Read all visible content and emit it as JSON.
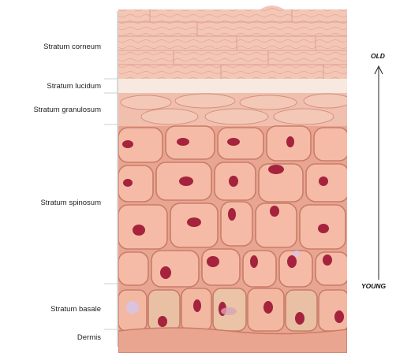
{
  "layers": [
    {
      "key": "corneum",
      "label": "Stratum corneum"
    },
    {
      "key": "lucidum",
      "label": "Stratum lucidum"
    },
    {
      "key": "granulosum",
      "label": "Stratum granulosum"
    },
    {
      "key": "spinosum",
      "label": "Stratum spinosum"
    },
    {
      "key": "basale",
      "label": "Stratum basale"
    },
    {
      "key": "dermis",
      "label": "Dermis"
    }
  ],
  "age_axis": {
    "top": "OLD",
    "bottom": "YOUNG"
  },
  "colors": {
    "corneum": "#f3c6b6",
    "lucidum": "#f7e9df",
    "granulosum": "#f0bfae",
    "cell_fill": "#f5bba6",
    "cell_stroke": "#c97c68",
    "nucleus": "#a5233c",
    "dermis": "#e9a58f"
  }
}
